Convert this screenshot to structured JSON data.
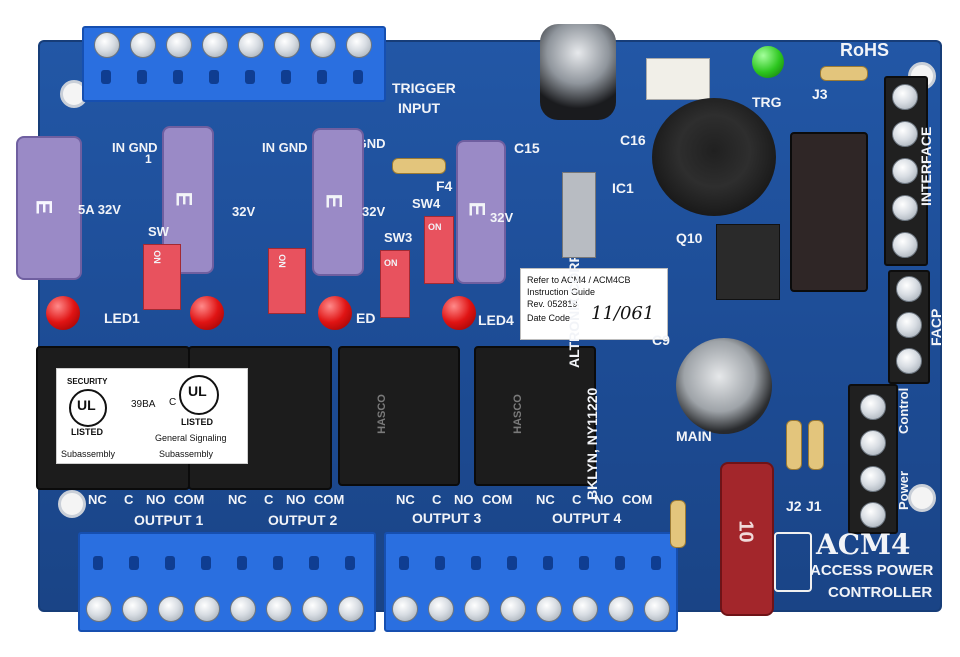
{
  "board": {
    "trigger_input": "TRIGGER",
    "trigger_input2": "INPUT",
    "rohs": "RoHS",
    "trg": "TRG",
    "j3": "J3",
    "interface": "INTERFACE",
    "facp": "FACP",
    "control": "Control",
    "power": "Power",
    "c15": "C15",
    "c16": "C16",
    "c9": "C9",
    "ic1": "IC1",
    "q10": "Q10",
    "main": "MAIN",
    "j2": "J2",
    "j1": "J1",
    "f4": "F4",
    "sw3": "SW3",
    "sw4": "SW4",
    "sw1": "SW",
    "in_gnd_1": "IN  GND",
    "in_gnd_2": "IN  GND",
    "in_gnd_3": "IN  GND",
    "label_1": "1",
    "fuse_rating_1": "5A  32V",
    "fuse_rating_2": "32V",
    "fuse_rating_3": "32V",
    "fuse_rating_4": "32V",
    "led1": "LED1",
    "led4": "LED4",
    "led3": "ED",
    "maker": "ALTRONIX CORP.",
    "city": "BKLYN, NY11220",
    "model": "ACM4",
    "subtitle1": "ACCESS POWER",
    "subtitle2": "CONTROLLER",
    "output1": "OUTPUT 1",
    "output2": "OUTPUT 2",
    "output3": "OUTPUT 3",
    "output4": "OUTPUT 4",
    "nc": "NC",
    "c": "C",
    "no": "NO",
    "com": "COM",
    "fuse_letter": "E",
    "main_fuse": "10",
    "on": "ON",
    "relay_brand": "HASCO"
  },
  "sticker": {
    "line1": "Refer to ACM4 / ACM4CB",
    "line2": "Instruction Guide",
    "line3": "Rev. 052819",
    "line4": "Date Code",
    "handwriting": "11/061"
  },
  "ul_label": {
    "security": "SECURITY",
    "listed": "LISTED",
    "subassembly": "Subassembly",
    "code": "39BA",
    "c": "C",
    "listed2": "LISTED",
    "general": "General Signaling",
    "subassembly2": "Subassembly",
    "ul": "UL"
  },
  "colors": {
    "pcb": "#1f4f9a",
    "terminal_blue": "#2a6fe0",
    "fuse_purple": "#9a8ac6",
    "fuse_red": "#a3262b",
    "led_red": "#e01414",
    "led_green": "#2cc61e"
  }
}
